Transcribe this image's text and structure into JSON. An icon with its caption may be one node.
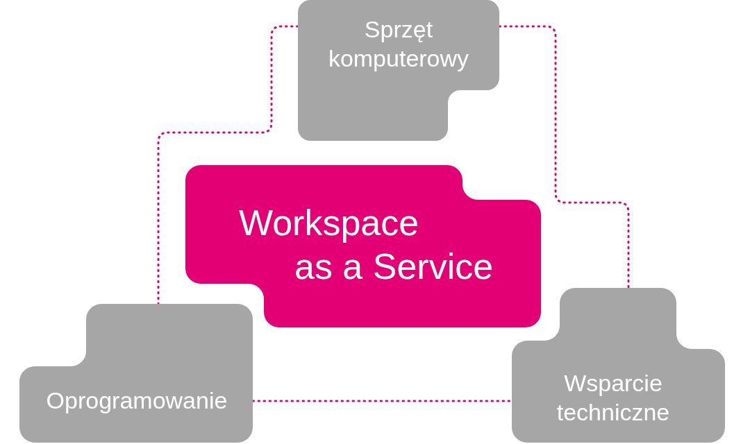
{
  "diagram": {
    "nodes": [
      {
        "text": [
          "Sprzęt komputerowy"
        ]
      },
      {
        "text": [
          "Workspace as a Service"
        ]
      },
      {
        "text": [
          "Oprogramowanie"
        ]
      },
      {
        "text": [
          "Wsparcie techniczne"
        ]
      }
    ],
    "edges": [
      {
        "from": 0,
        "to": 2,
        "arrow": "none"
      },
      {
        "from": 0,
        "to": 3,
        "arrow": "none"
      },
      {
        "from": 2,
        "to": 3,
        "arrow": "none"
      }
    ]
  }
}
